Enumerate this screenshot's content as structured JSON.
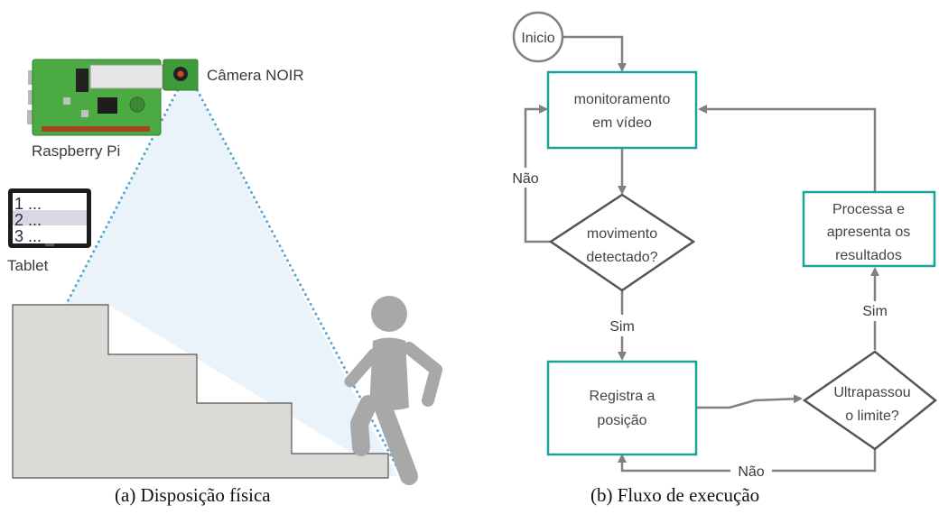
{
  "left_panel": {
    "camera_label": "Câmera NOIR",
    "pi_label": "Raspberry Pi",
    "tablet_label": "Tablet",
    "tablet_lines": [
      "1 ...",
      "2 ...",
      "3 ..."
    ],
    "caption": "(a) Disposição física"
  },
  "right_panel": {
    "start": "Inicio",
    "monitor": [
      "monitoramento",
      "em vídeo"
    ],
    "motion": [
      "movimento",
      "detectado?"
    ],
    "register": [
      "Registra a",
      "posição"
    ],
    "limit": [
      "Ultrapassou",
      "o limite?"
    ],
    "process": [
      "Processa e",
      "apresenta os",
      "resultados"
    ],
    "yes_label": "Sim",
    "no_label": "Não",
    "caption": "(b) Fluxo de execução"
  },
  "colors": {
    "teal": "#1aa39a",
    "arrow": "#808080",
    "dots": "#5aa6d6",
    "stairs": "#dcdad6",
    "cone": "#eaf2fa"
  }
}
